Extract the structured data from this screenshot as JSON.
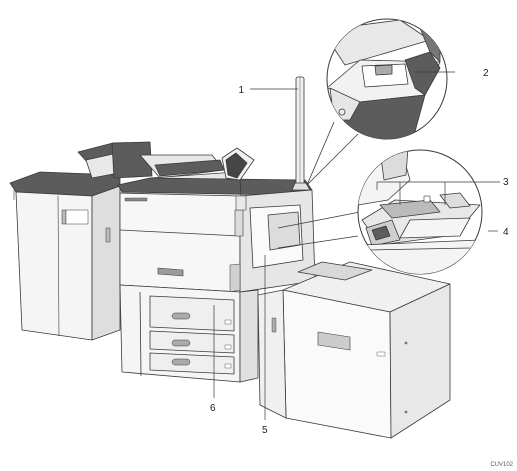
{
  "figure": {
    "callouts": [
      "1",
      "2",
      "3",
      "4",
      "5",
      "6"
    ],
    "figure_code": "CUV102"
  },
  "colors": {
    "outline": "#3a3a3a",
    "body_light": "#f5f5f5",
    "body_mid": "#e3e3e3",
    "shadow": "#9a9a9a",
    "dark_top": "#5c5c5c",
    "dark_panel": "#464646"
  }
}
